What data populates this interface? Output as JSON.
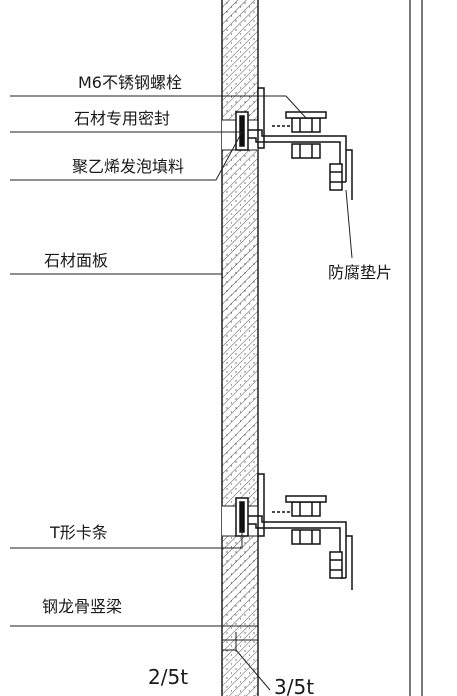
{
  "labels": {
    "m6_bolt": "M6不锈钢螺栓",
    "stone_sealant": "石材专用密封",
    "pe_foam_filler": "聚乙烯发泡填料",
    "stone_panel": "石材面板",
    "anticorrosion_gasket": "防腐垫片",
    "t_clip": "T形卡条",
    "steel_keel_beam": "钢龙骨竖梁",
    "dim_left": "2/5t",
    "dim_right": "3/5t"
  }
}
